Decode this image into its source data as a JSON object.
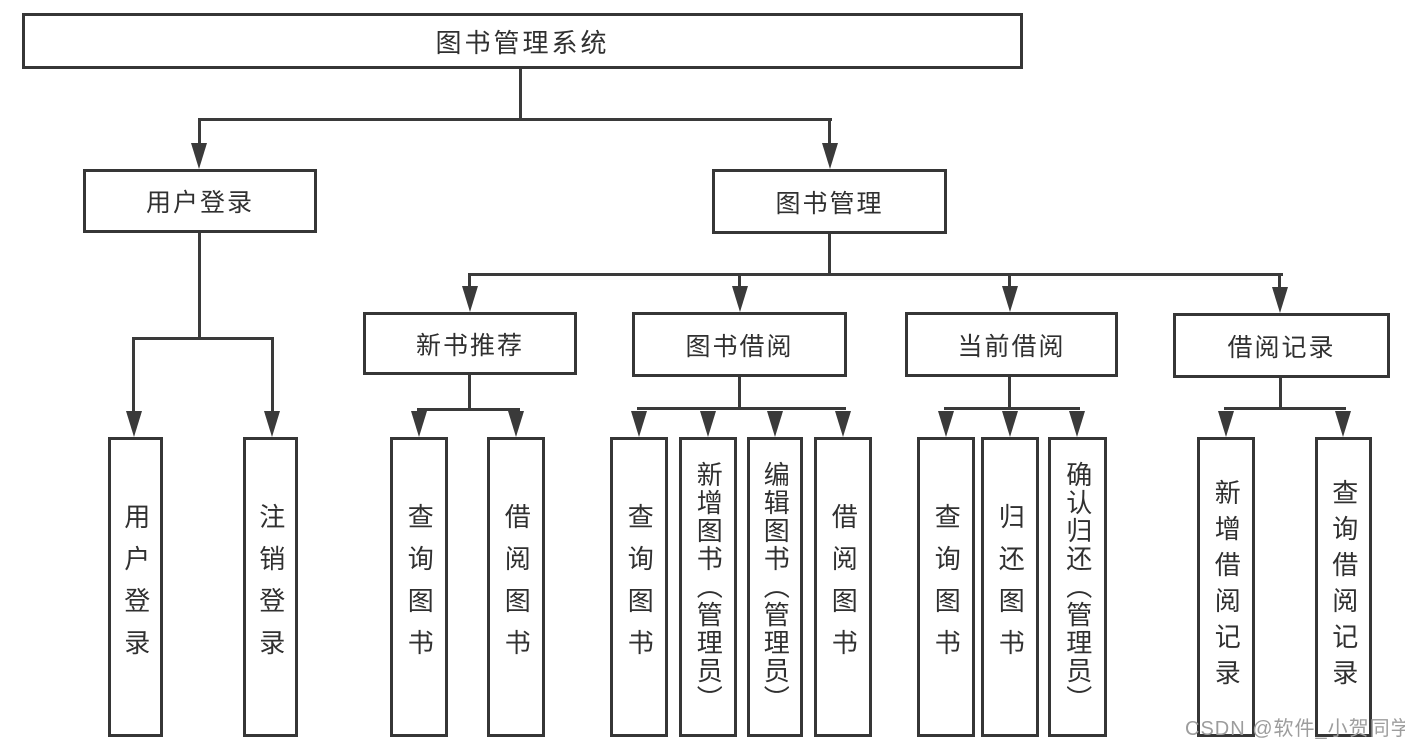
{
  "diagram": {
    "root": {
      "label": "图书管理系统"
    },
    "branches": [
      {
        "label": "用户登录",
        "children": [
          {
            "label": "用户登录"
          },
          {
            "label": "注销登录"
          }
        ]
      },
      {
        "label": "图书管理",
        "children": [
          {
            "label": "新书推荐",
            "children": [
              {
                "label": "查询图书"
              },
              {
                "label": "借阅图书"
              }
            ]
          },
          {
            "label": "图书借阅",
            "children": [
              {
                "label": "查询图书"
              },
              {
                "label": "新增图书（管理员）"
              },
              {
                "label": "编辑图书（管理员）"
              },
              {
                "label": "借阅图书"
              }
            ]
          },
          {
            "label": "当前借阅",
            "children": [
              {
                "label": "查询图书"
              },
              {
                "label": "归还图书"
              },
              {
                "label": "确认归还（管理员）"
              }
            ]
          },
          {
            "label": "借阅记录",
            "children": [
              {
                "label": "新增借阅记录"
              },
              {
                "label": "查询借阅记录"
              }
            ]
          }
        ]
      }
    ]
  },
  "watermark": {
    "text": "CSDN @软件_小贺同学"
  },
  "colors": {
    "line": "#3a3a3a",
    "text": "#303030",
    "watermark": "#9d9d9d",
    "background": "#ffffff"
  }
}
